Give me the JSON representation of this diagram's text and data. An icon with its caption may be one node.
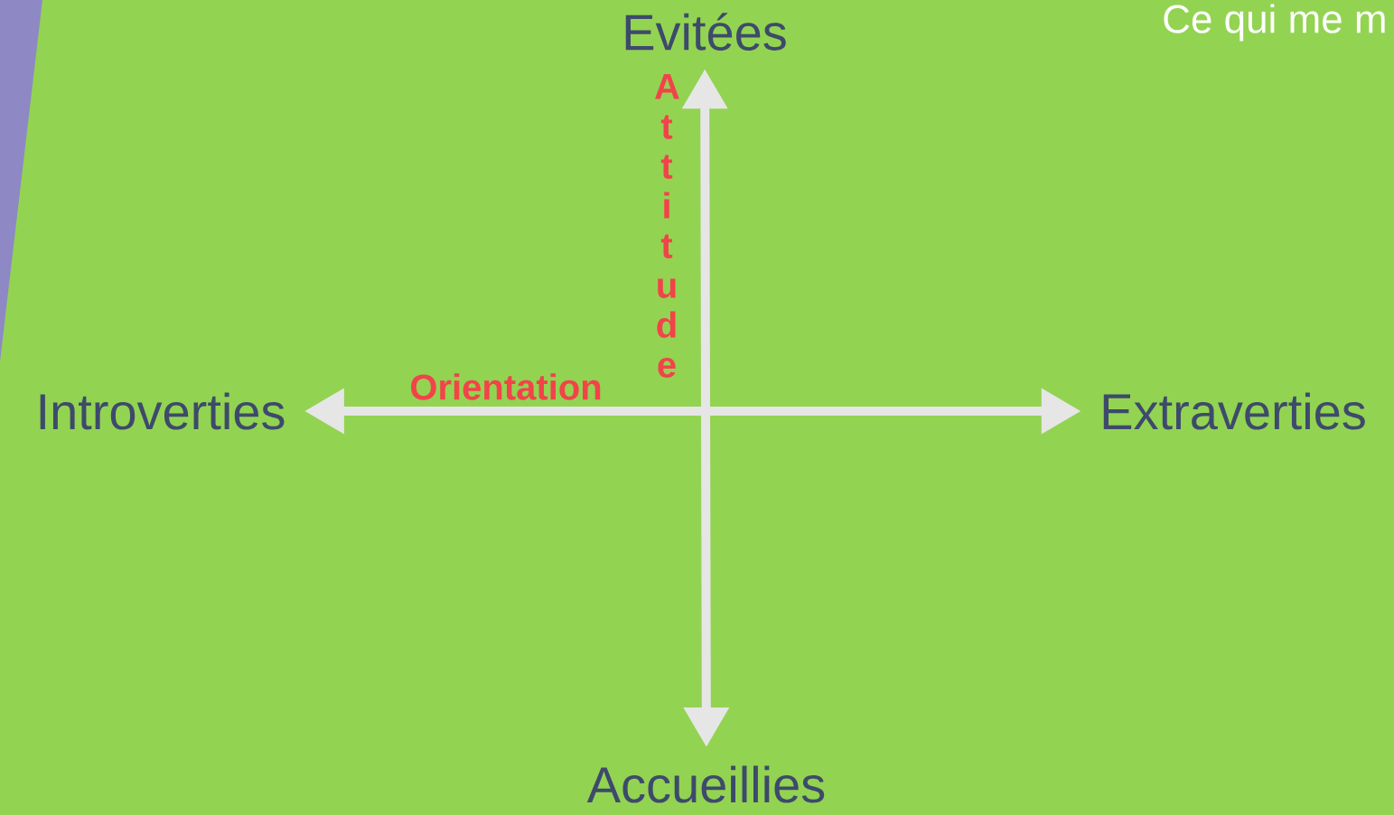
{
  "diagram": {
    "nodes": [
      {
        "text": [
          "Evitées"
        ]
      },
      {
        "text": [
          "Introverties"
        ]
      },
      {
        "text": [
          "Extraverties"
        ]
      },
      {
        "text": [
          "Accueillies"
        ]
      }
    ],
    "edges": [
      {
        "from": 0,
        "to": 3,
        "arrow": "both",
        "label": "Attitude"
      },
      {
        "from": 1,
        "to": 2,
        "arrow": "both",
        "label": "Orientation"
      }
    ],
    "labels": [
      "Ce qui me m"
    ]
  }
}
